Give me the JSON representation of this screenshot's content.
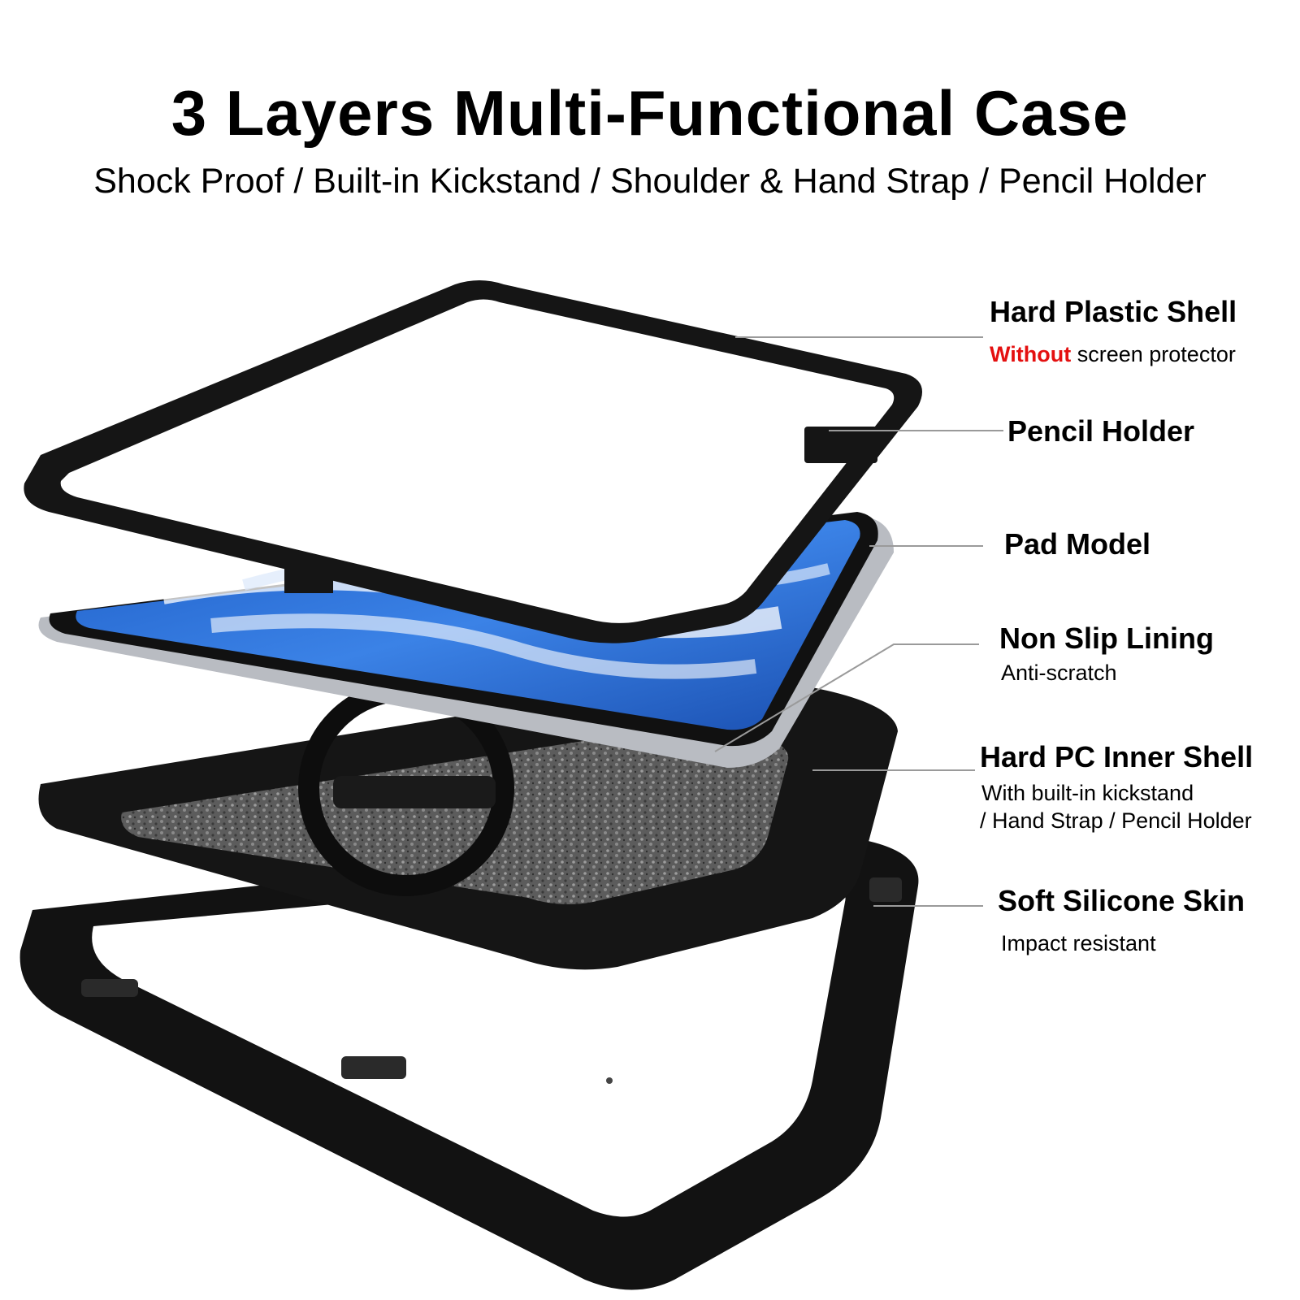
{
  "title": "3 Layers Multi-Functional Case",
  "subtitle": "Shock Proof / Built-in Kickstand / Shoulder & Hand Strap / Pencil Holder",
  "colors": {
    "accent": "#e41010",
    "case_black": "#111111",
    "screen_blue": "#2a6fd6",
    "lining_gray": "#6a6a6a",
    "frame_silver": "#b9bcc2",
    "leader_line": "#9a9a9a"
  },
  "callouts": [
    {
      "label": "Hard Plastic Shell",
      "highlight": "Without",
      "desc": "screen protector"
    },
    {
      "label": "Pencil Holder"
    },
    {
      "label": "Pad Model"
    },
    {
      "label": "Non Slip Lining",
      "desc": "Anti-scratch"
    },
    {
      "label": "Hard PC Inner Shell",
      "desc_line1": "With built-in kickstand",
      "desc_line2": "/ Hand Strap / Pencil Holder"
    },
    {
      "label": "Soft Silicone Skin",
      "desc": "Impact resistant"
    }
  ]
}
